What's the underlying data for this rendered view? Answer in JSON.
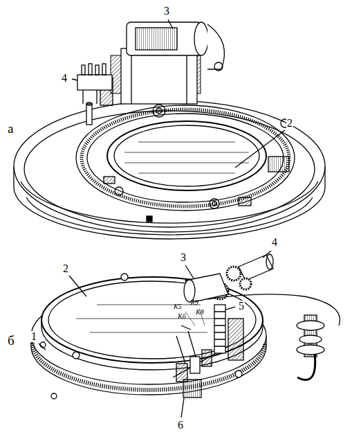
{
  "diagram": {
    "labels": [
      "а",
      "3",
      "4",
      "2",
      "б",
      "2",
      "1",
      "3",
      "4",
      "5",
      "6",
      "К5",
      "К9",
      "К6",
      "К8"
    ]
  }
}
